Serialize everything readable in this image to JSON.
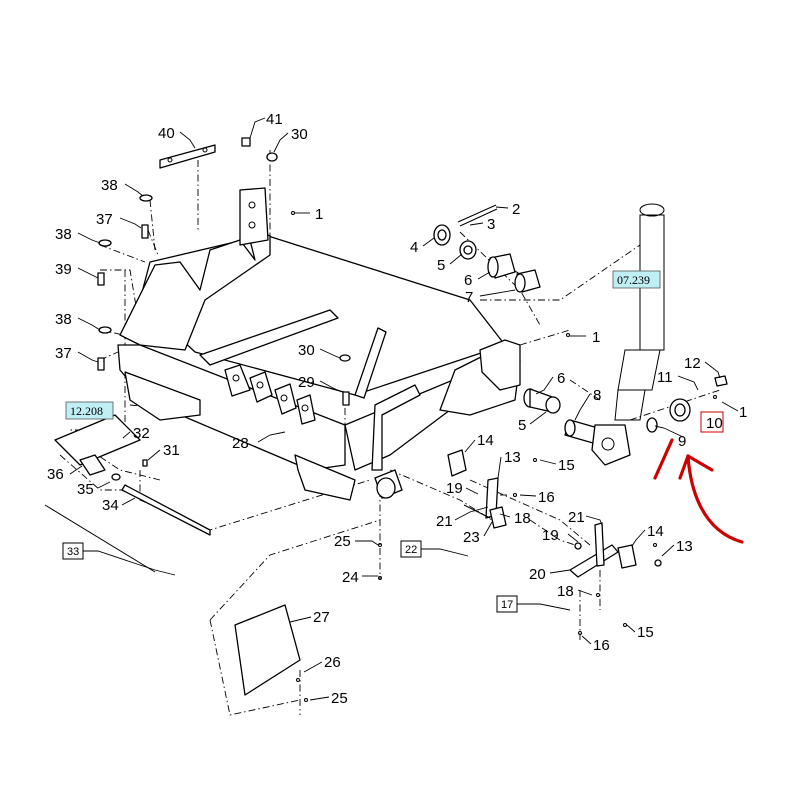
{
  "diagram": {
    "callouts": [
      {
        "id": "c41a",
        "text": "41"
      },
      {
        "id": "c40",
        "text": "40"
      },
      {
        "id": "c30a",
        "text": "30"
      },
      {
        "id": "c38a",
        "text": "38"
      },
      {
        "id": "c37a",
        "text": "37"
      },
      {
        "id": "c1a",
        "text": "1"
      },
      {
        "id": "c38b",
        "text": "38"
      },
      {
        "id": "c39",
        "text": "39"
      },
      {
        "id": "c2",
        "text": "2"
      },
      {
        "id": "c3",
        "text": "3"
      },
      {
        "id": "c4",
        "text": "4"
      },
      {
        "id": "c5a",
        "text": "5"
      },
      {
        "id": "c6a",
        "text": "6"
      },
      {
        "id": "c7",
        "text": "7"
      },
      {
        "id": "c38c",
        "text": "38"
      },
      {
        "id": "c1b",
        "text": "1"
      },
      {
        "id": "c37b",
        "text": "37"
      },
      {
        "id": "c30b",
        "text": "30"
      },
      {
        "id": "c12",
        "text": "12"
      },
      {
        "id": "c11",
        "text": "11"
      },
      {
        "id": "c29",
        "text": "29"
      },
      {
        "id": "c6b",
        "text": "6"
      },
      {
        "id": "c8",
        "text": "8"
      },
      {
        "id": "c1c",
        "text": "1"
      },
      {
        "id": "c5b",
        "text": "5"
      },
      {
        "id": "c9",
        "text": "9"
      },
      {
        "id": "c32",
        "text": "32"
      },
      {
        "id": "c31",
        "text": "31"
      },
      {
        "id": "c28",
        "text": "28"
      },
      {
        "id": "c14a",
        "text": "14"
      },
      {
        "id": "c36",
        "text": "36"
      },
      {
        "id": "c13a",
        "text": "13"
      },
      {
        "id": "c15a",
        "text": "15"
      },
      {
        "id": "c35",
        "text": "35"
      },
      {
        "id": "c19a",
        "text": "19"
      },
      {
        "id": "c16a",
        "text": "16"
      },
      {
        "id": "c34",
        "text": "34"
      },
      {
        "id": "c21a",
        "text": "21"
      },
      {
        "id": "c18a",
        "text": "18"
      },
      {
        "id": "c21b",
        "text": "21"
      },
      {
        "id": "c23",
        "text": "23"
      },
      {
        "id": "c25a",
        "text": "25"
      },
      {
        "id": "c19b",
        "text": "19"
      },
      {
        "id": "c14b",
        "text": "14"
      },
      {
        "id": "c13b",
        "text": "13"
      },
      {
        "id": "c24",
        "text": "24"
      },
      {
        "id": "c20",
        "text": "20"
      },
      {
        "id": "c18b",
        "text": "18"
      },
      {
        "id": "c27",
        "text": "27"
      },
      {
        "id": "c15b",
        "text": "15"
      },
      {
        "id": "c16b",
        "text": "16"
      },
      {
        "id": "c26",
        "text": "26"
      },
      {
        "id": "c25b",
        "text": "25"
      }
    ],
    "references": [
      {
        "id": "ref-07-239",
        "text": "07.239"
      },
      {
        "id": "ref-12-208",
        "text": "12.208"
      }
    ],
    "boxed_labels": [
      {
        "id": "box-10",
        "text": "10"
      },
      {
        "id": "box-33",
        "text": "33"
      },
      {
        "id": "box-22",
        "text": "22"
      },
      {
        "id": "box-17",
        "text": "17"
      }
    ],
    "colors": {
      "line": "#000000",
      "reference_fill": "#bfeef5",
      "annotation": "#cc0000"
    }
  }
}
